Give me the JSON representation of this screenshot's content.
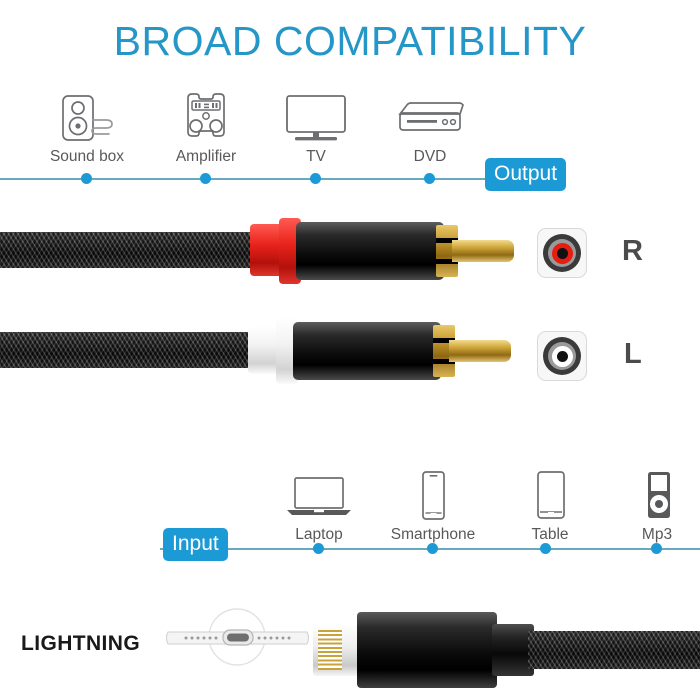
{
  "title": "BROAD COMPATIBILITY",
  "theme": {
    "accent_blue": "#1c9ad6",
    "title_blue": "#2596c8",
    "line_blue": "#6aa9bd",
    "icon_grey": "#58595b",
    "connector_red": "#e8231c",
    "connector_white": "#ffffff",
    "gold": "#c79b2e"
  },
  "output_section": {
    "badge_label": "Output",
    "devices": [
      {
        "label": "Sound box",
        "icon": "speaker-icon"
      },
      {
        "label": "Amplifier",
        "icon": "amplifier-icon"
      },
      {
        "label": "TV",
        "icon": "tv-icon"
      },
      {
        "label": "DVD",
        "icon": "dvd-player-icon"
      }
    ]
  },
  "input_section": {
    "badge_label": "Input",
    "devices": [
      {
        "label": "Laptop",
        "icon": "laptop-icon"
      },
      {
        "label": "Smartphone",
        "icon": "smartphone-icon"
      },
      {
        "label": "Table",
        "icon": "tablet-icon"
      },
      {
        "label": "Mp3",
        "icon": "mp3-player-icon"
      }
    ]
  },
  "connectors": {
    "right_channel": {
      "letter": "R",
      "collar_color": "red",
      "jack_icon": "rca-jack-red-icon"
    },
    "left_channel": {
      "letter": "L",
      "collar_color": "white",
      "jack_icon": "rca-jack-white-icon"
    }
  },
  "lightning_section": {
    "label": "LIGHTNING",
    "port_icon": "phone-lightning-port-icon",
    "plug_icon": "lightning-plug-icon"
  }
}
